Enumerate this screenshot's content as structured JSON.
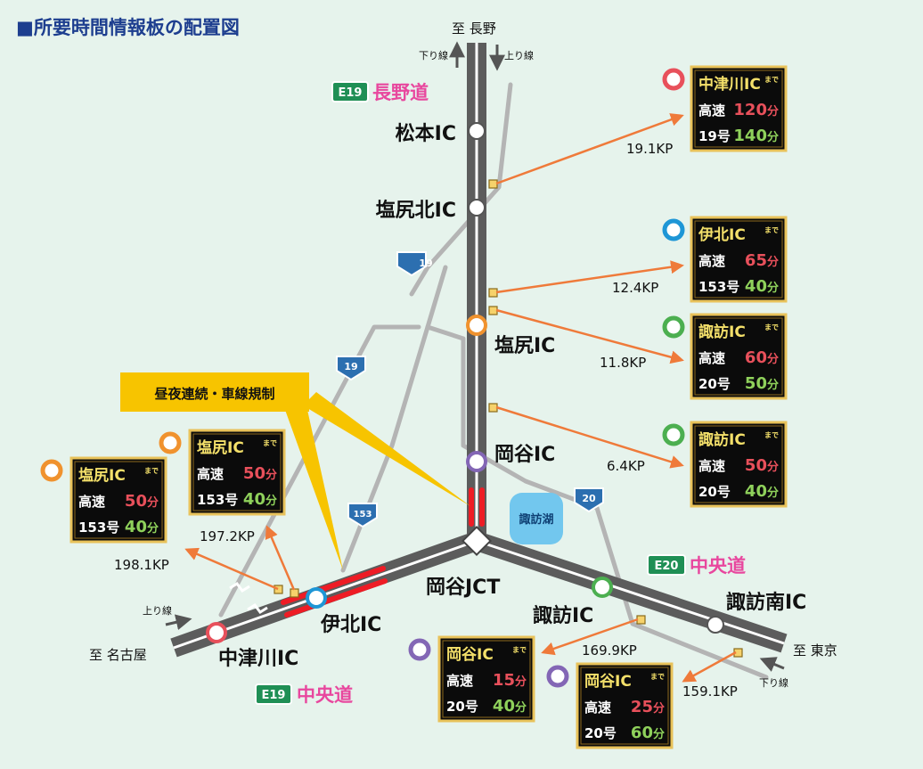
{
  "title": "■所要時間情報板の配置図",
  "directions": {
    "nagano": "至 長野",
    "nagoya": "至 名古屋",
    "tokyo": "至 東京",
    "down_top": "下り線",
    "up_top": "上り線",
    "up_left": "上り線",
    "down_right": "下り線"
  },
  "routes": {
    "e19_shield": "E19",
    "naganodo": "長野道",
    "e20_shield": "E20",
    "chuodo_right": "中央道",
    "e19_shield_bottom": "E19",
    "chuodo_bottom": "中央道",
    "r19_a": "19",
    "r19_b": "19",
    "r153": "153",
    "r20": "20"
  },
  "interchanges": {
    "matsumoto": "松本IC",
    "shiojirikita": "塩尻北IC",
    "shiojiri": "塩尻IC",
    "okaya": "岡谷IC",
    "okaya_jct": "岡谷JCT",
    "suwa": "諏訪IC",
    "suwaminami": "諏訪南IC",
    "ihoku": "伊北IC",
    "nakatsugawa": "中津川IC"
  },
  "lake": "諏訪湖",
  "regulation": "昼夜連続・車線規制",
  "kp": {
    "b1": "19.1KP",
    "b2": "12.4KP",
    "b3": "11.8KP",
    "b4": "6.4KP",
    "b5": "197.2KP",
    "b6": "198.1KP",
    "b7": "169.9KP",
    "b8": "159.1KP"
  },
  "colors": {
    "red": "#e8505b",
    "blue": "#1e96d6",
    "green": "#4caf50",
    "orange": "#f0922e",
    "purple": "#8366b5",
    "pink": "#e8479e",
    "shield_green": "#1f8f55",
    "route_blue": "#2c6fb0",
    "arrow": "#ef7a3a",
    "callout": "#f7c400"
  },
  "boards": [
    {
      "id": "b1",
      "dest": "中津川IC",
      "made": "まで",
      "r1_label": "高速",
      "r1_value": "120分",
      "r2_label": "19号",
      "r2_value": "140分",
      "marker": "red"
    },
    {
      "id": "b2",
      "dest": "伊北IC",
      "made": "まで",
      "r1_label": "高速",
      "r1_value": "65分",
      "r2_label": "153号",
      "r2_value": "40分",
      "marker": "blue"
    },
    {
      "id": "b3",
      "dest": "諏訪IC",
      "made": "まで",
      "r1_label": "高速",
      "r1_value": "60分",
      "r2_label": "20号",
      "r2_value": "50分",
      "marker": "green"
    },
    {
      "id": "b4",
      "dest": "諏訪IC",
      "made": "まで",
      "r1_label": "高速",
      "r1_value": "50分",
      "r2_label": "20号",
      "r2_value": "40分",
      "marker": "green"
    },
    {
      "id": "b5",
      "dest": "塩尻IC",
      "made": "まで",
      "r1_label": "高速",
      "r1_value": "50分",
      "r2_label": "153号",
      "r2_value": "40分",
      "marker": "orange"
    },
    {
      "id": "b6",
      "dest": "塩尻IC",
      "made": "まで",
      "r1_label": "高速",
      "r1_value": "50分",
      "r2_label": "153号",
      "r2_value": "40分",
      "marker": "orange"
    },
    {
      "id": "b7",
      "dest": "岡谷IC",
      "made": "まで",
      "r1_label": "高速",
      "r1_value": "15分",
      "r2_label": "20号",
      "r2_value": "40分",
      "marker": "purple"
    },
    {
      "id": "b8",
      "dest": "岡谷IC",
      "made": "まで",
      "r1_label": "高速",
      "r1_value": "25分",
      "r2_label": "20号",
      "r2_value": "60分",
      "marker": "purple"
    }
  ]
}
